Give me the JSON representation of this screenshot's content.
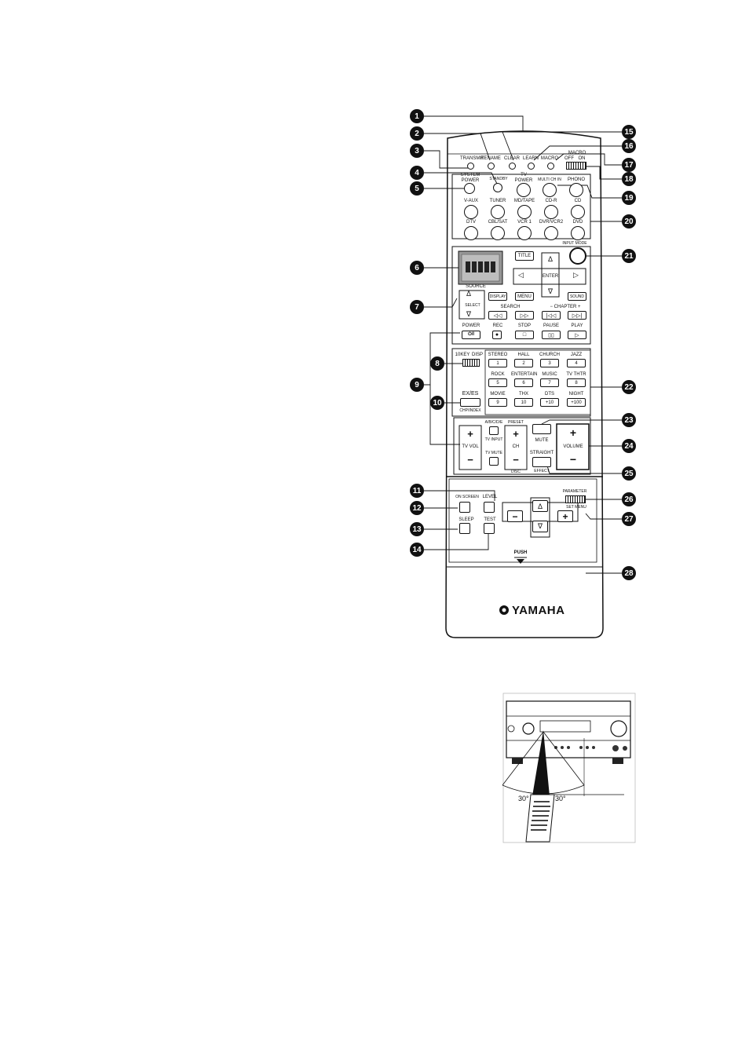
{
  "callouts": [
    "1",
    "2",
    "3",
    "4",
    "5",
    "6",
    "7",
    "8",
    "9",
    "10",
    "11",
    "12",
    "13",
    "14",
    "15",
    "16",
    "17",
    "18",
    "19",
    "20",
    "21",
    "22",
    "23",
    "24",
    "25",
    "26",
    "27",
    "28"
  ],
  "top_labels": {
    "transmit": "TRANSMIT",
    "rename": "RENAME",
    "clear": "CLEAR",
    "learn": "LEARN",
    "macro": "MACRO",
    "macro_switch": "MACRO",
    "off": "OFF",
    "on": "ON"
  },
  "power": {
    "system_power": "SYSTEM\nPOWER",
    "standby": "STANDBY",
    "tv_power": "TV\nPOWER",
    "multi_ch_in": "MULTI CH IN",
    "phono": "PHONO"
  },
  "inputs_row1": [
    "V-AUX",
    "TUNER",
    "MD/TAPE",
    "CD-R",
    "CD"
  ],
  "inputs_row2": [
    "DTV",
    "CBL/SAT",
    "VCR 1",
    "DVR/VCR2",
    "DVD"
  ],
  "input_mode": "INPUT MODE",
  "nav": {
    "title": "TITLE",
    "enter": "ENTER",
    "display": "DISPLAY",
    "menu": "MENU",
    "sound": "SOUND",
    "source": "SOURCE",
    "select": "SELECT",
    "search": "SEARCH",
    "chapter": "− CHAPTER +"
  },
  "transport": [
    "POWER",
    "REC",
    "STOP",
    "PAUSE",
    "PLAY"
  ],
  "switch_10key": {
    "left": "10KEY",
    "right": "DISP"
  },
  "dsp_rows": [
    {
      "names": [
        "STEREO",
        "HALL",
        "CHURCH",
        "JAZZ"
      ],
      "keys": [
        "1",
        "2",
        "3",
        "4"
      ]
    },
    {
      "names": [
        "ROCK",
        "ENTERTAIN",
        "MUSIC",
        "TV THTR"
      ],
      "keys": [
        "5",
        "6",
        "7",
        "8"
      ]
    },
    {
      "names": [
        "MOVIE",
        "THX",
        "DTS",
        "NIGHT"
      ],
      "keys": [
        "9",
        "10",
        "+10",
        "+100"
      ]
    }
  ],
  "ex_es": {
    "label": "EX/ES",
    "sub": "CHP/INDEX"
  },
  "volume_block": {
    "tv_vol": "TV VOL",
    "abcde": "A/B/C/D/E",
    "tv_input": "TV INPUT",
    "tv_mute": "TV MUTE",
    "preset": "PRESET",
    "ch": "CH",
    "disc": "DISC",
    "mute": "MUTE",
    "straight": "STRAIGHT",
    "effect": "EFFECT",
    "volume": "VOLUME"
  },
  "lower": {
    "on_screen": "ON SCREEN",
    "level": "LEVEL",
    "sleep": "SLEEP",
    "test": "TEST",
    "parameter": "PARAMETER",
    "set_menu": "SET MENU",
    "push": "PUSH",
    "brand": "YAMAHA"
  },
  "receiver_inset": {
    "angle_left": "30°",
    "angle_right": "30°"
  }
}
